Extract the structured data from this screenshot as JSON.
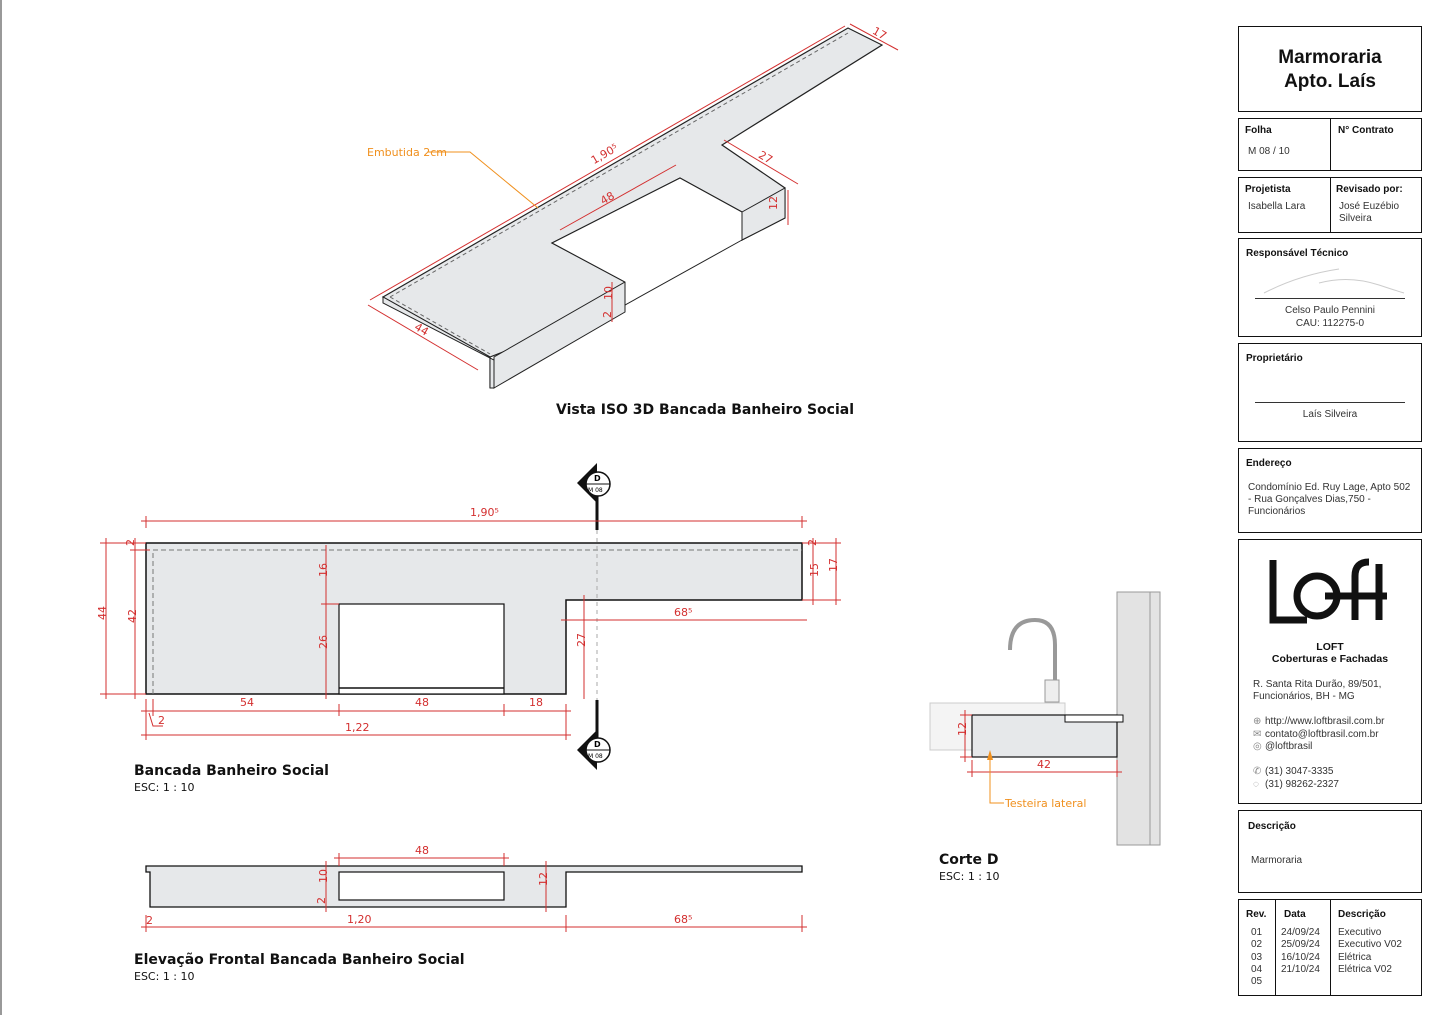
{
  "iso_view": {
    "title": "Vista ISO 3D Bancada Banheiro Social",
    "annotation": "Embutida 2cm",
    "dims": {
      "length": "1,90⁵",
      "width_right": "17",
      "step": "27",
      "sink": "48",
      "thickness": "12",
      "front_10": "10",
      "front_2": "2",
      "depth": "44"
    }
  },
  "plan_view": {
    "title": "Bancada Banheiro Social",
    "scale": "ESC: 1 : 10",
    "section_marker": {
      "letter": "D",
      "sheet": "M 08"
    },
    "dims": {
      "total": "1,90⁵",
      "d44": "44",
      "d42": "42",
      "d2_left": "2",
      "d16": "16",
      "d26": "26",
      "d27": "27",
      "d15": "15",
      "d17": "17",
      "d2_right": "2",
      "d685": "68⁵",
      "d54": "54",
      "d48": "48",
      "d18": "18",
      "d2_bottom": "2",
      "d122": "1,22"
    }
  },
  "elevation": {
    "title": "Elevação Frontal Bancada Banheiro Social",
    "scale": "ESC: 1 : 10",
    "dims": {
      "d48": "48",
      "d10": "10",
      "d2": "2",
      "d12": "12",
      "d120": "1,20",
      "d685": "68⁵",
      "d2_left": "2"
    }
  },
  "section": {
    "title": "Corte D",
    "scale": "ESC: 1 : 10",
    "annotation": "Testeira lateral",
    "dims": {
      "d12": "12",
      "d42": "42"
    }
  },
  "title_block": {
    "title_line1": "Marmoraria",
    "title_line2": "Apto. Laís",
    "folha_label": "Folha",
    "folha_value": "M 08 / 10",
    "contrato_label": "N° Contrato",
    "projetista_label": "Projetista",
    "projetista_value": "Isabella Lara",
    "revisado_label": "Revisado por:",
    "revisado_value": "José Euzébio Silveira",
    "responsavel_label": "Responsável Técnico",
    "responsavel_name": "Celso Paulo Pennini",
    "responsavel_cau": "CAU: 112275-0",
    "proprietario_label": "Proprietário",
    "proprietario_name": "Laís Silveira",
    "endereco_label": "Endereço",
    "endereco_value": "Condomínio Ed. Ruy Lage, Apto 502 - Rua Gonçalves Dias,750 - Funcionários",
    "company": {
      "logo_text": "LOFT",
      "name": "LOFT",
      "tagline": "Coberturas e Fachadas",
      "address1": "R. Santa Rita Durão, 89/501,",
      "address2": "Funcionários, BH - MG",
      "website": "http://www.loftbrasil.com.br",
      "email": "contato@loftbrasil.com.br",
      "instagram": "@loftbrasil",
      "phone": "(31) 3047-3335",
      "whatsapp": "(31) 98262-2327"
    },
    "descricao_label": "Descrição",
    "descricao_value": "Marmoraria",
    "revisions": {
      "headers": [
        "Rev.",
        "Data",
        "Descrição"
      ],
      "rows": [
        [
          "01",
          "24/09/24",
          "Executivo"
        ],
        [
          "02",
          "25/09/24",
          "Executivo V02"
        ],
        [
          "03",
          "16/10/24",
          "Elétrica"
        ],
        [
          "04",
          "21/10/24",
          "Elétrica V02"
        ],
        [
          "05",
          "",
          ""
        ]
      ]
    }
  },
  "colors": {
    "dimension": "#d32f2f",
    "annotation": "#f0901e",
    "surface": "#e6e8ea"
  }
}
